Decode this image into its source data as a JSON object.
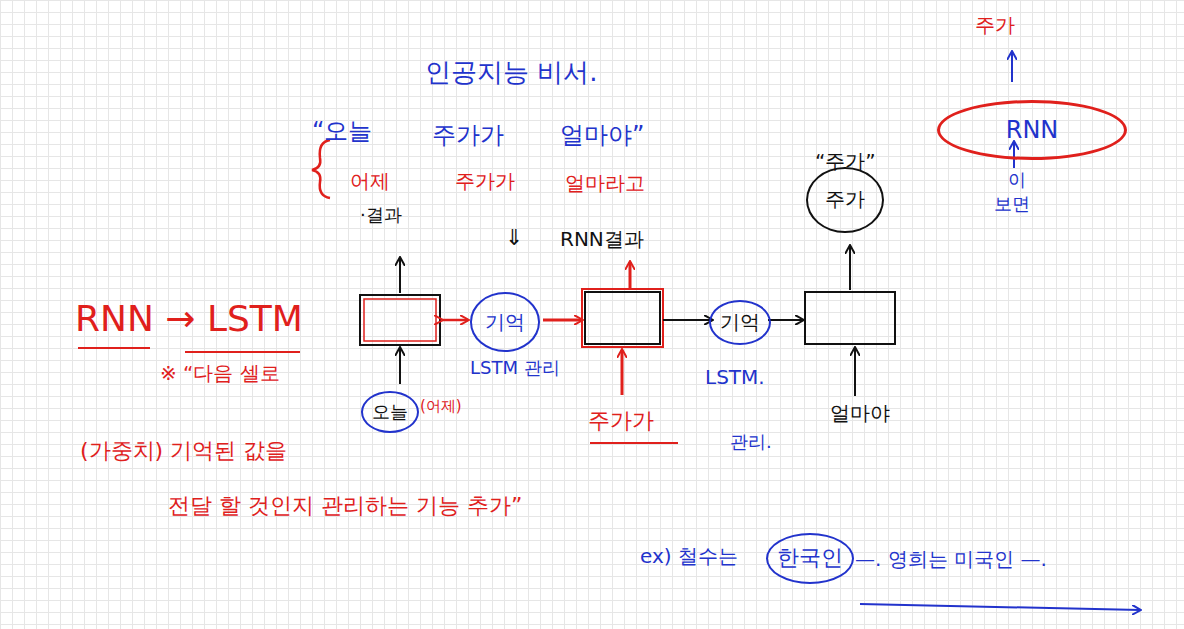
{
  "diagram": {
    "nodes": [
      {
        "text": [
          "오늘"
        ]
      },
      {
        "text": [
          "기억"
        ]
      },
      {
        "text": [
          "기억"
        ]
      },
      {
        "text": [
          "주가"
        ]
      },
      {
        "text": [
          "RNN"
        ]
      },
      {
        "text": [
          "한국인"
        ]
      }
    ],
    "labels": [
      "인공지능 비서.",
      "“오늘",
      "주가가",
      "얼마야”",
      "어제",
      "주가가",
      "얼마라고",
      "·결과",
      "⇓",
      "RNN결과",
      "RNN → LSTM",
      "※ “다음 셀로",
      "(가중치) 기억된 값을",
      "전달 할 것인지 관리하는 기능 추가”",
      "(어제)",
      "LSTM 관리",
      "주가가",
      "LSTM.",
      "관리.",
      "얼마야",
      "“주가”",
      "주가",
      "이",
      "보면",
      "ex) 철수는",
      "—. 영희는 미국인 —."
    ]
  }
}
